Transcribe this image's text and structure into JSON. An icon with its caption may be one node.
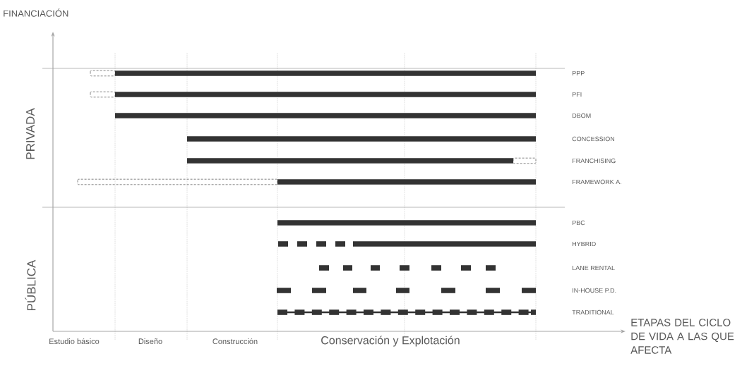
{
  "diagram": {
    "labels": [
      "FINANCIACIÓN",
      "PRIVADA",
      "PPP",
      "PFI",
      "DBOM",
      "CONCESSION",
      "FRANCHISING",
      "FRAMEWORK A.",
      "PÚBLICA",
      "PBC",
      "HYBRID",
      "LANE RENTAL",
      "IN-HOUSE P.D.",
      "TRADITIONAL",
      "ETAPAS DEL CICLO DE VIDA A LAS QUE AFECTA",
      "Estudio básico",
      "Diseño",
      "Construcción",
      "Conservación y Explotación"
    ]
  }
}
